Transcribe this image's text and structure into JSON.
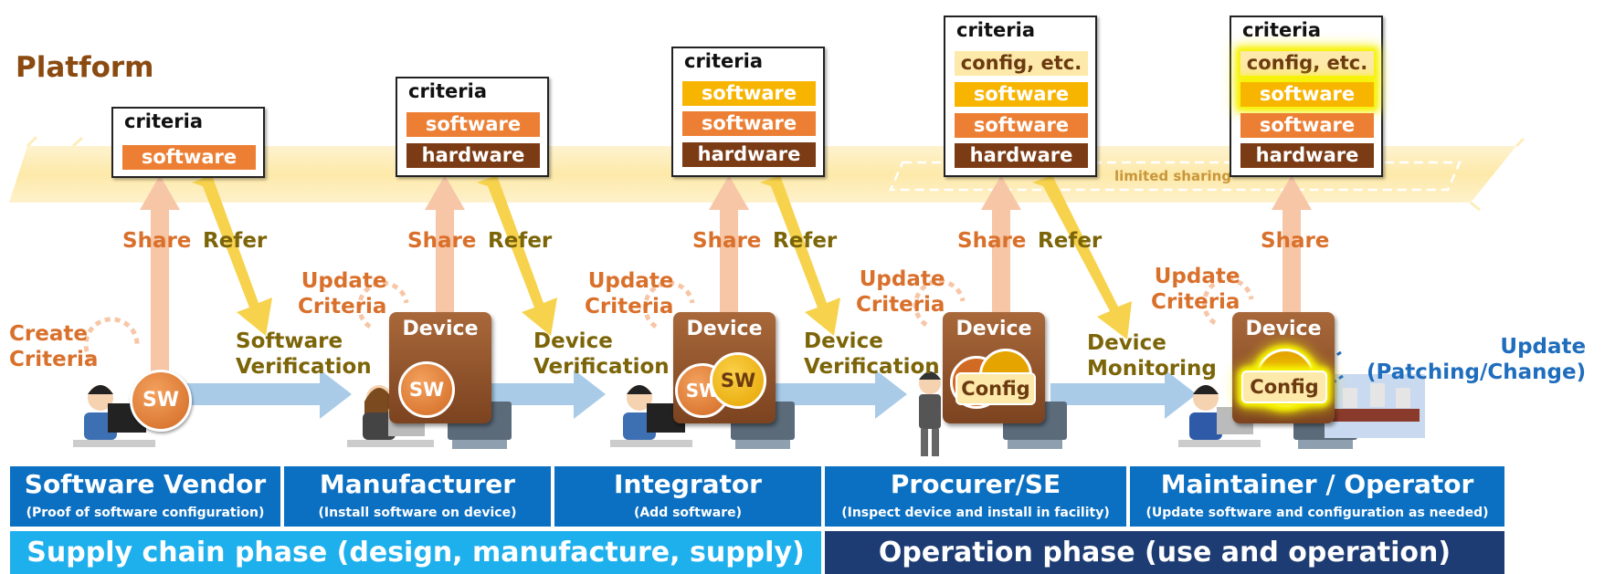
{
  "platform_title": "Platform",
  "limited_sharing": "limited sharing",
  "criteria_boxes": [
    {
      "title": "criteria",
      "items": [
        {
          "text": "software",
          "kind": "software-orange"
        }
      ]
    },
    {
      "title": "criteria",
      "items": [
        {
          "text": "software",
          "kind": "software-orange"
        },
        {
          "text": "hardware",
          "kind": "hardware"
        }
      ]
    },
    {
      "title": "criteria",
      "items": [
        {
          "text": "software",
          "kind": "software-yellow"
        },
        {
          "text": "software",
          "kind": "software-orange"
        },
        {
          "text": "hardware",
          "kind": "hardware"
        }
      ]
    },
    {
      "title": "criteria",
      "items": [
        {
          "text": "config, etc.",
          "kind": "config"
        },
        {
          "text": "software",
          "kind": "software-yellow"
        },
        {
          "text": "software",
          "kind": "software-orange"
        },
        {
          "text": "hardware",
          "kind": "hardware"
        }
      ]
    },
    {
      "title": "criteria",
      "items": [
        {
          "text": "config, etc.",
          "kind": "config"
        },
        {
          "text": "software",
          "kind": "software-yellow"
        },
        {
          "text": "software",
          "kind": "software-orange"
        },
        {
          "text": "hardware",
          "kind": "hardware"
        }
      ]
    }
  ],
  "labels": {
    "share": "Share",
    "refer": "Refer",
    "create_criteria": "Create\nCriteria",
    "update_criteria": "Update\nCriteria",
    "software_verification": "Software\nVerification",
    "device_verification": "Device\nVerification",
    "device_monitoring": "Device\nMonitoring",
    "update_patching": "Update\n(Patching/Change)",
    "device": "Device",
    "sw": "SW",
    "config": "Config"
  },
  "roles": [
    {
      "name": "Software Vendor",
      "sub": "(Proof of software configuration)"
    },
    {
      "name": "Manufacturer",
      "sub": "(Install software on device)"
    },
    {
      "name": "Integrator",
      "sub": "(Add software)"
    },
    {
      "name": "Procurer/SE",
      "sub": "(Inspect device and install in facility)"
    },
    {
      "name": "Maintainer / Operator",
      "sub": "(Update software and configuration as needed)"
    }
  ],
  "phases": {
    "supply": "Supply chain phase (design, manufacture, supply)",
    "operation": "Operation phase (use and operation)"
  },
  "colors": {
    "platform_band": "#fde9a9",
    "share_arrow": "#f7c6a6",
    "refer_arrow": "#f6d24d",
    "flow_arrow": "#a9cbe8",
    "role_blue": "#0b70c2",
    "supply_bar": "#1eb0ec",
    "operation_bar": "#1d3c73"
  }
}
